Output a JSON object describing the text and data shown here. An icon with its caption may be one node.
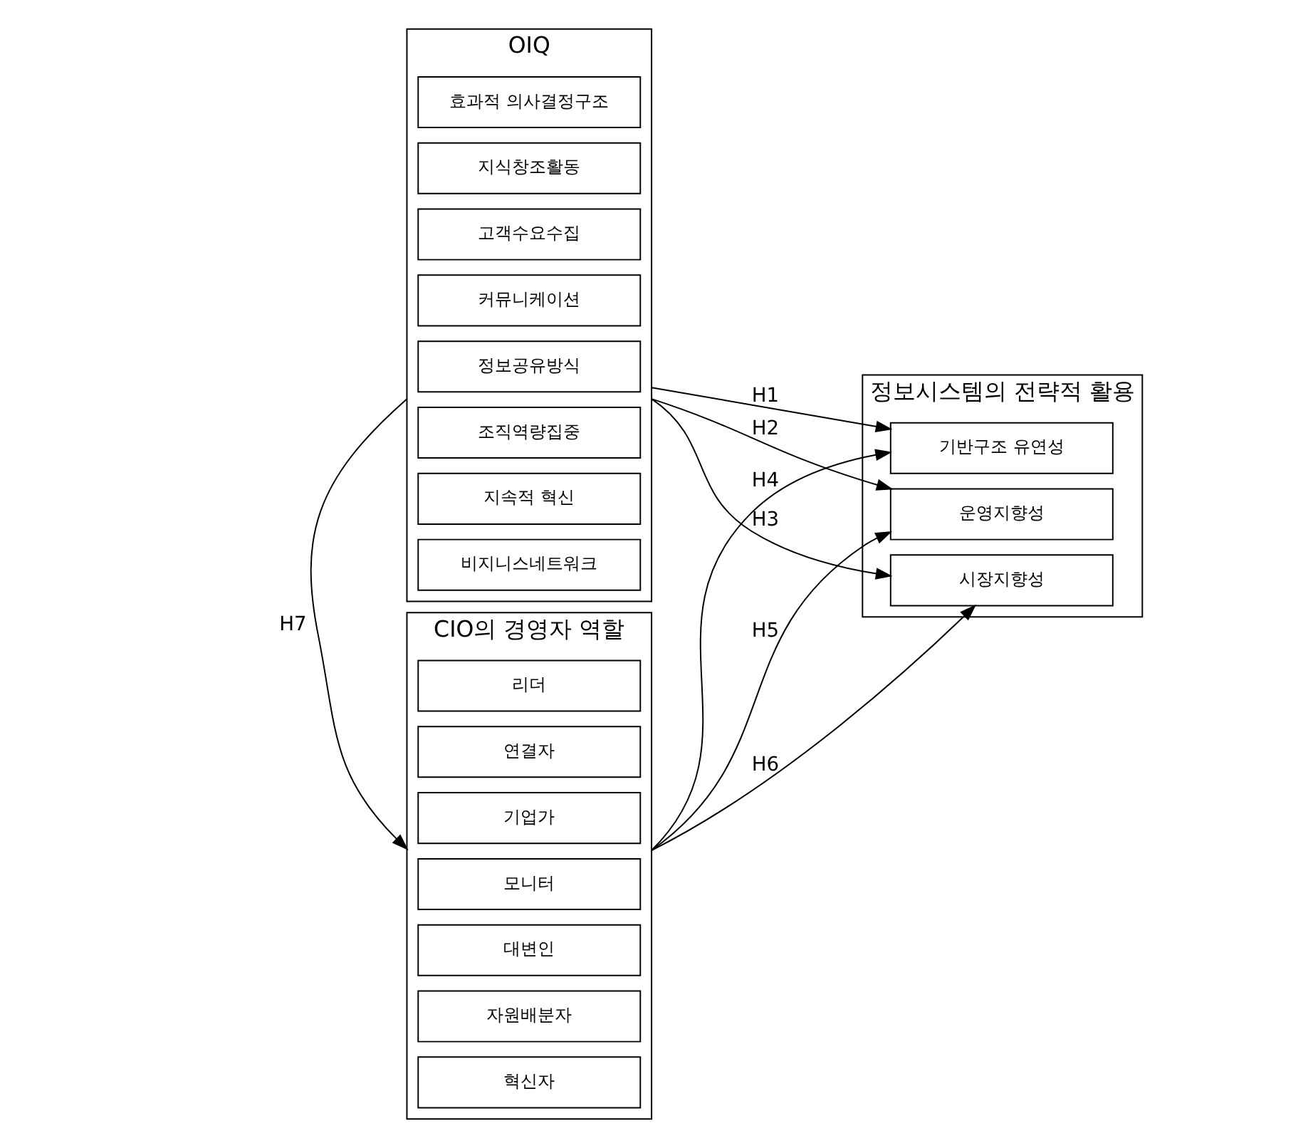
{
  "diagram": {
    "nodes": [
      {
        "text": [
          "OIQ"
        ]
      },
      {
        "text": [
          "효과적 의사결정구조"
        ],
        "in": 0
      },
      {
        "text": [
          "지식창조활동"
        ],
        "in": 0
      },
      {
        "text": [
          "고객수요수집"
        ],
        "in": 0
      },
      {
        "text": [
          "커뮤니케이션"
        ],
        "in": 0
      },
      {
        "text": [
          "정보공유방식"
        ],
        "in": 0
      },
      {
        "text": [
          "조직역량집중"
        ],
        "in": 0
      },
      {
        "text": [
          "지속적 혁신"
        ],
        "in": 0
      },
      {
        "text": [
          "비지니스네트워크"
        ],
        "in": 0
      },
      {
        "text": [
          "CIO의 경영자 역할"
        ]
      },
      {
        "text": [
          "리더"
        ],
        "in": 9
      },
      {
        "text": [
          "연결자"
        ],
        "in": 9
      },
      {
        "text": [
          "기업가"
        ],
        "in": 9
      },
      {
        "text": [
          "모니터"
        ],
        "in": 9
      },
      {
        "text": [
          "대변인"
        ],
        "in": 9
      },
      {
        "text": [
          "자원배분자"
        ],
        "in": 9
      },
      {
        "text": [
          "혁신자"
        ],
        "in": 9
      },
      {
        "text": [
          "정보시스템의 전략적 활용"
        ]
      },
      {
        "text": [
          "기반구조 유연성"
        ],
        "in": 17
      },
      {
        "text": [
          "운영지향성"
        ],
        "in": 17
      },
      {
        "text": [
          "시장지향성"
        ],
        "in": 17
      }
    ],
    "edges": [
      {
        "from": 0,
        "to": 18,
        "arrow": "to",
        "label": "H1"
      },
      {
        "from": 0,
        "to": 19,
        "arrow": "to",
        "label": "H2"
      },
      {
        "from": 0,
        "to": 20,
        "arrow": "to",
        "label": "H3"
      },
      {
        "from": 9,
        "to": 18,
        "arrow": "to",
        "label": "H4"
      },
      {
        "from": 9,
        "to": 19,
        "arrow": "to",
        "label": "H5"
      },
      {
        "from": 9,
        "to": 20,
        "arrow": "to",
        "label": "H6"
      },
      {
        "from": 0,
        "to": 9,
        "arrow": "to",
        "label": "H7"
      }
    ]
  }
}
